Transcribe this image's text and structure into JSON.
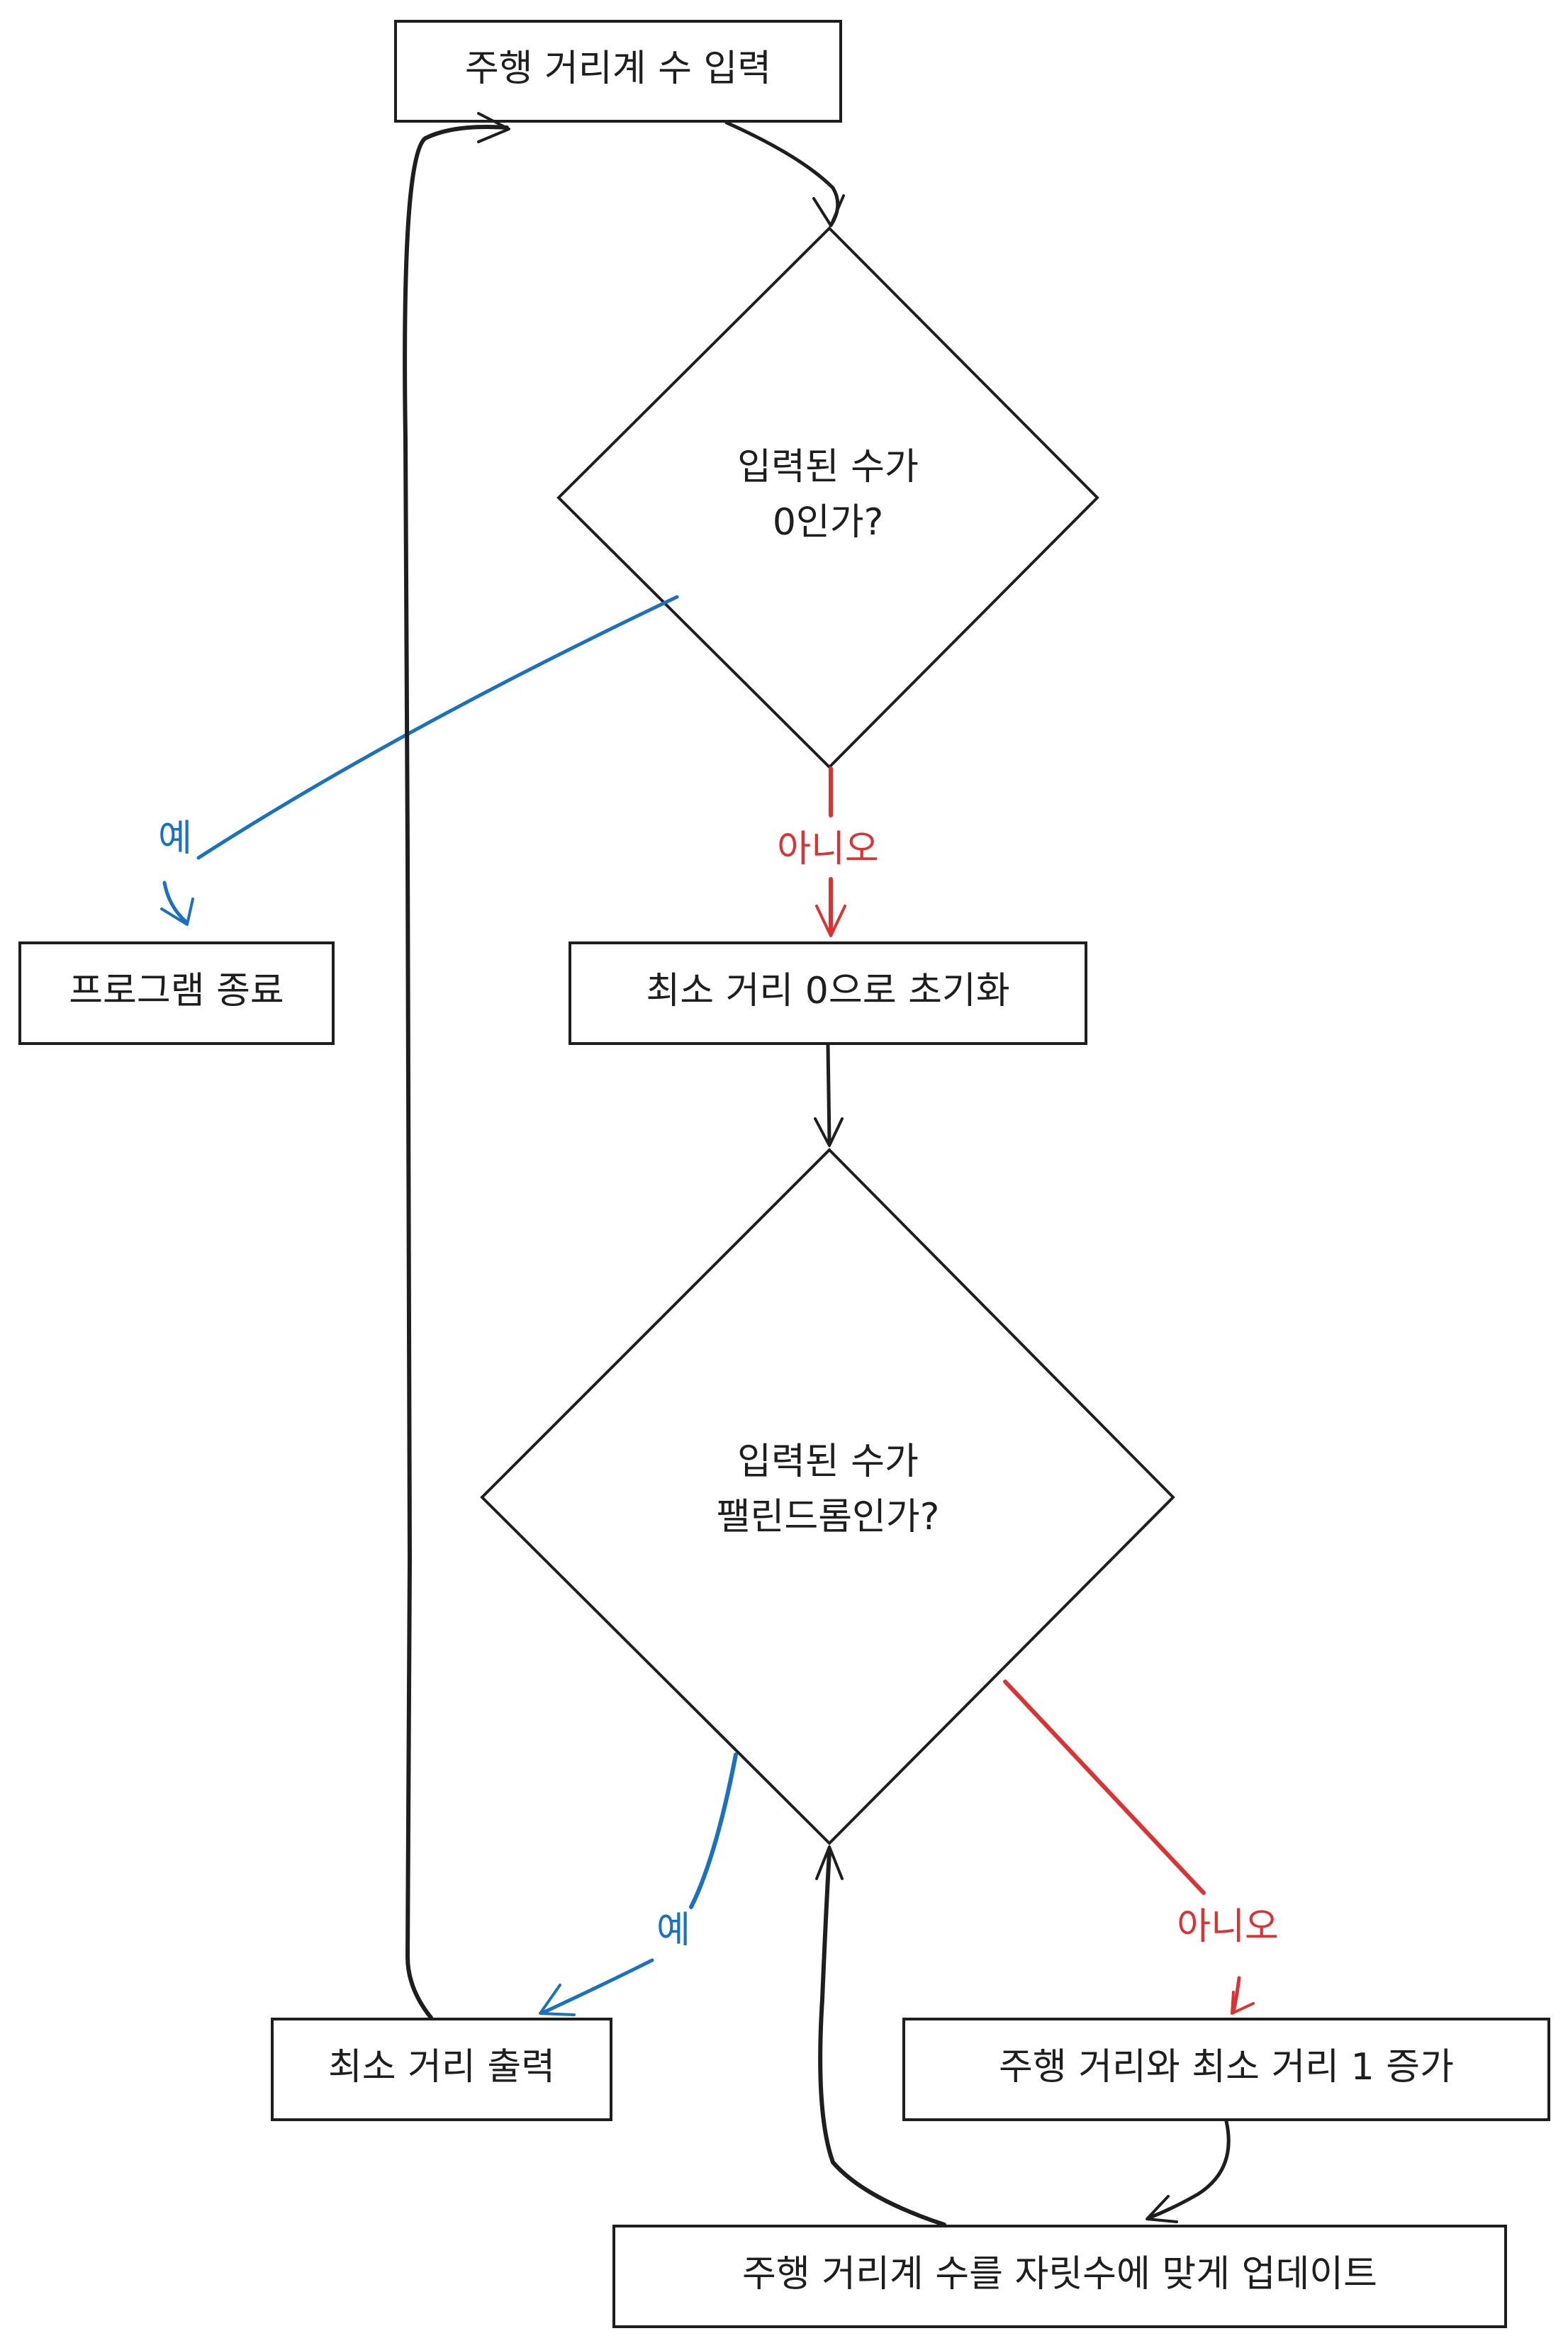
{
  "colors": {
    "ink": "#1e1e1e",
    "yes": "#1971c2",
    "no": "#e03131"
  },
  "nodes": {
    "input_odometer": "주행 거리계 수 입력",
    "decision_zero_line1": "입력된 수가",
    "decision_zero_line2": "0인가?",
    "end_program": "프로그램 종료",
    "init_min_distance": "최소 거리 0으로 초기화",
    "decision_palindrome_line1": "입력된 수가",
    "decision_palindrome_line2": "팰린드롬인가?",
    "print_min_distance": "최소 거리 출력",
    "increase_distances": "주행 거리와 최소 거리 1 증가",
    "update_odometer": "주행 거리계 수를 자릿수에 맞게 업데이트"
  },
  "edges": {
    "zero_yes": "예",
    "zero_no": "아니오",
    "palindrome_yes": "예",
    "palindrome_no": "아니오"
  }
}
